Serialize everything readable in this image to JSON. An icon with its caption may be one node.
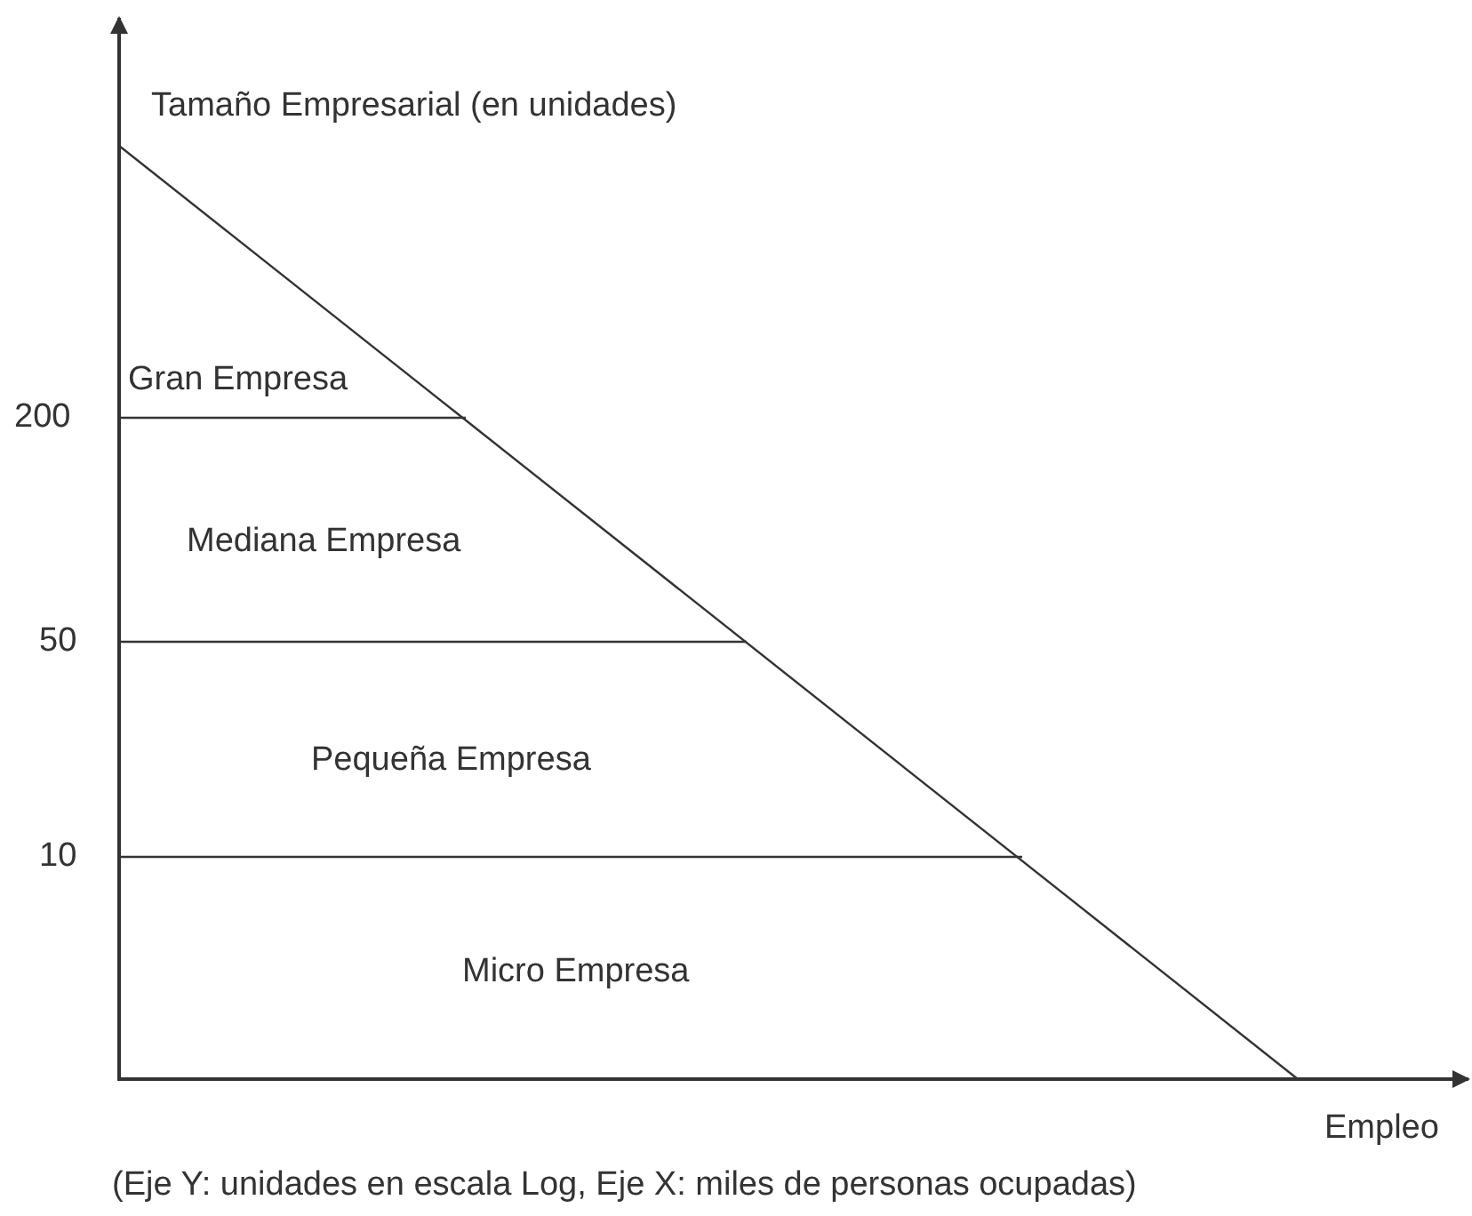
{
  "diagram": {
    "caption": "(Eje Y: unidades en escala Log, Eje X: miles de personas ocupadas)",
    "labels": [
      "Tamaño Empresarial (en unidades)",
      "Gran Empresa",
      "200",
      "Mediana Empresa",
      "50",
      "Pequeña Empresa",
      "10",
      "Micro Empresa",
      "Empleo"
    ]
  }
}
